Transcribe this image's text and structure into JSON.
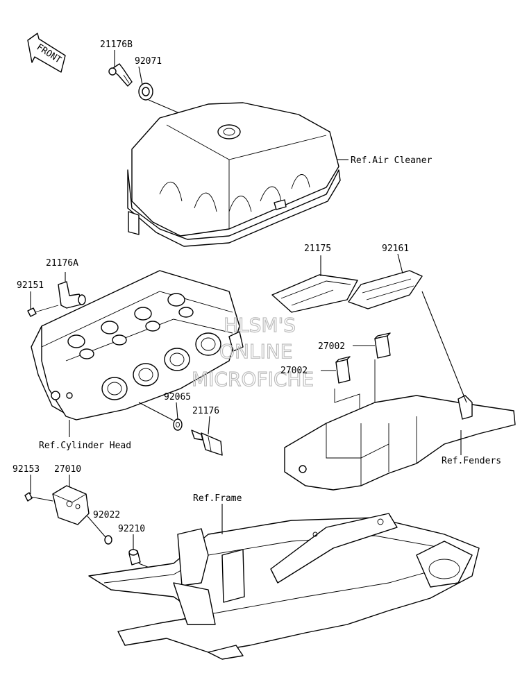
{
  "front_label": "FRONT",
  "labels": {
    "p21176B": "21176B",
    "p92071": "92071",
    "ref_air_cleaner": "Ref.Air Cleaner",
    "p21176A": "21176A",
    "p92151": "92151",
    "p21175": "21175",
    "p92161": "92161",
    "p27002a": "27002",
    "p27002b": "27002",
    "p92065": "92065",
    "p21176": "21176",
    "ref_cylinder_head": "Ref.Cylinder Head",
    "ref_fenders": "Ref.Fenders",
    "p92153": "92153",
    "p27010": "27010",
    "ref_frame": "Ref.Frame",
    "p92022": "92022",
    "p92210": "92210"
  },
  "watermark": {
    "line1": "HLSM'S",
    "line2": "ONLINE",
    "line3": "MICROFICHE"
  }
}
